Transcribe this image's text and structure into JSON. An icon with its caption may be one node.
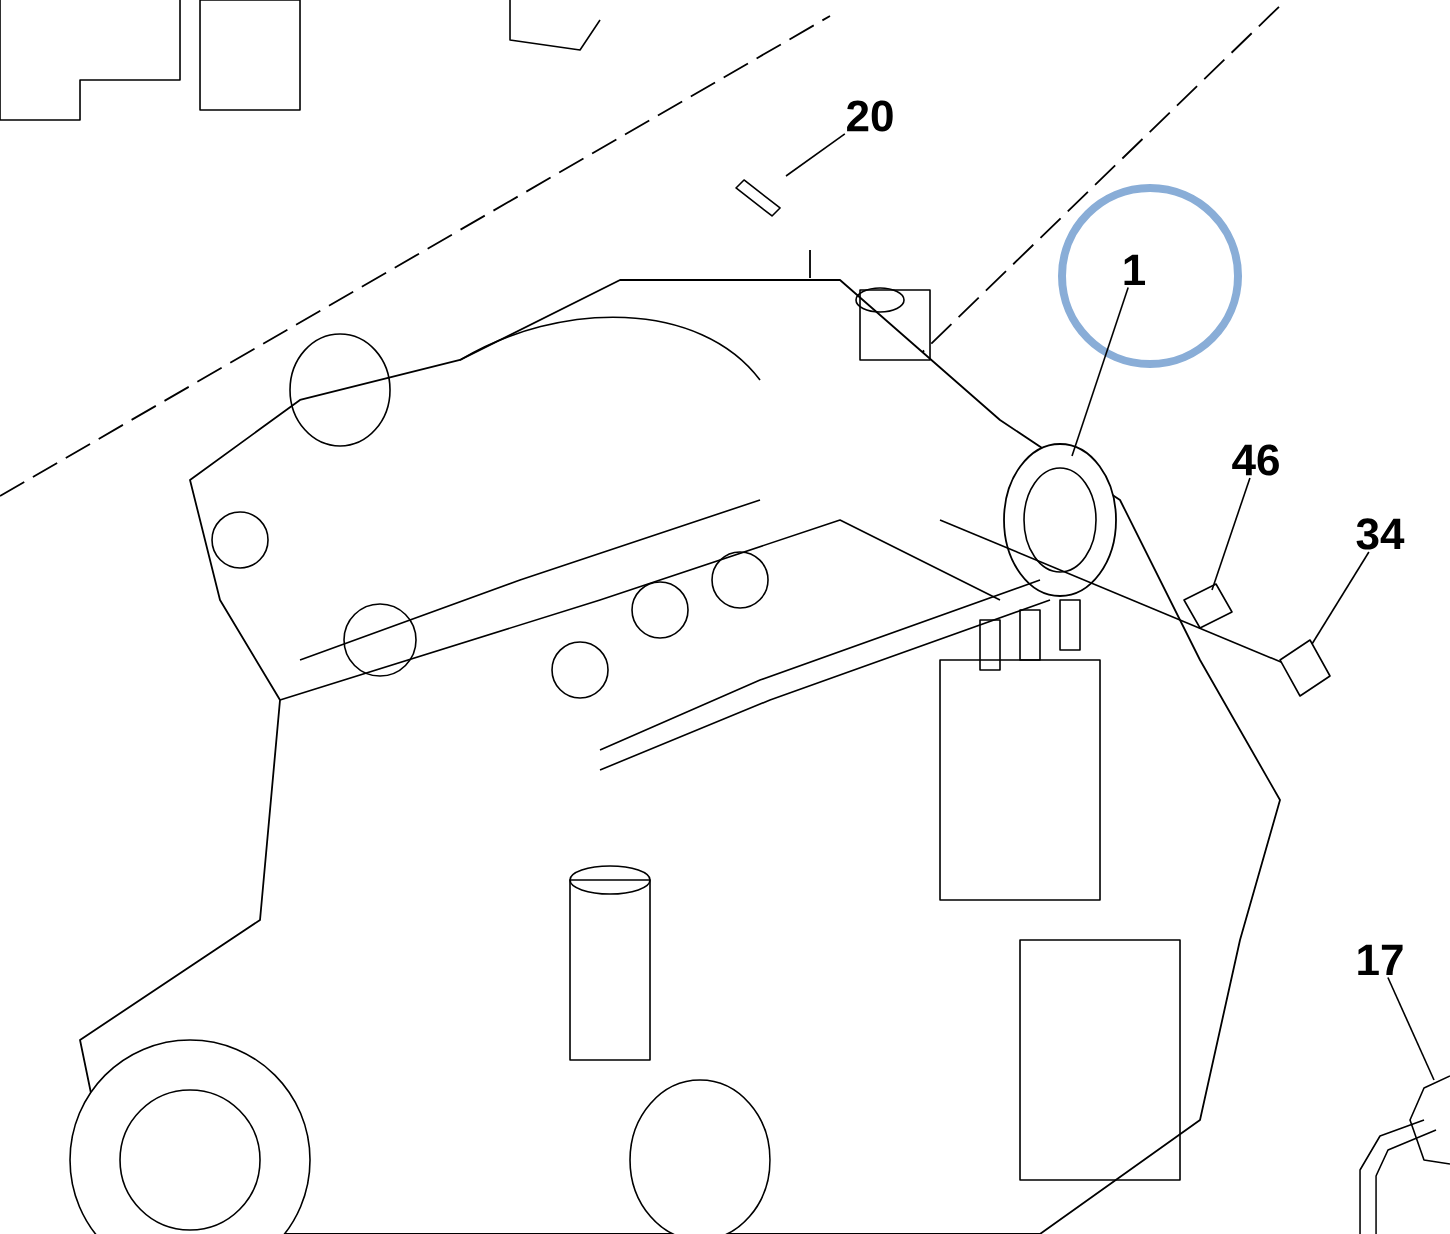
{
  "diagram": {
    "nodes": [
      {
        "text": [
          "20"
        ]
      },
      {
        "text": [
          "1"
        ]
      },
      {
        "text": [
          "46"
        ]
      },
      {
        "text": [
          "34"
        ]
      },
      {
        "text": [
          "17"
        ]
      }
    ],
    "edges": [
      {
        "from": 0,
        "to": null,
        "arrow": "none"
      },
      {
        "from": 1,
        "to": null,
        "arrow": "none"
      },
      {
        "from": 2,
        "to": null,
        "arrow": "none"
      },
      {
        "from": 3,
        "to": null,
        "arrow": "none"
      },
      {
        "from": 4,
        "to": null,
        "arrow": "none"
      }
    ]
  }
}
